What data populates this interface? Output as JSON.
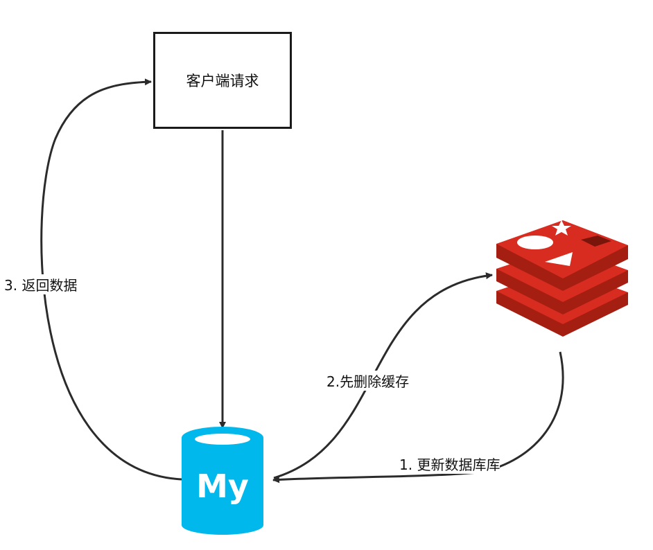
{
  "nodes": {
    "client_request": "客户端请求",
    "mysql_logo_text": "My"
  },
  "edges": {
    "return_data": "3. 返回数据",
    "delete_cache": "2.先删除缓存",
    "update_db": "1. 更新数据库库"
  },
  "colors": {
    "line": "#2b2b2b",
    "mysql_blue": "#00b8ec",
    "redis_red": "#d82c20",
    "redis_dark": "#a41e11"
  }
}
